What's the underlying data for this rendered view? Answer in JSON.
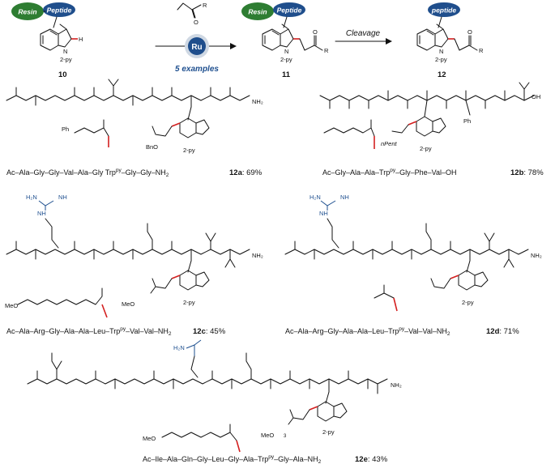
{
  "reaction": {
    "resin": "Resin",
    "peptide": "Peptide",
    "peptide_lower": "peptide",
    "metal": "Ru",
    "arrow_label": "5 examples",
    "cleavage": "Cleavage",
    "pyridyl": "2-py",
    "compounds": [
      "10",
      "11",
      "12"
    ],
    "substituent": "R",
    "h": "H",
    "n": "N",
    "o": "O"
  },
  "colors": {
    "resin": "#2e7d32",
    "peptide": "#1f4e8c",
    "highlight": "#d42020",
    "blue_text": "#1e4f8f"
  },
  "products": [
    {
      "sequence": "Ac–Ala–Gly–Gly–Val–Ala–Gly Trp",
      "py": "py",
      "tail": "–Gly–Gly–NH",
      "sub": "2",
      "id": "12a",
      "yield": ": 69%",
      "ester": "BnO",
      "side": "Ph"
    },
    {
      "sequence": "Ac–Gly–Ala–Ala–Trp",
      "py": "py",
      "tail": "–Gly–Phe–Val–OH",
      "id": "12b",
      "yield": ": 78%",
      "alkyl": "nPent",
      "side": "Ph",
      "oh": "OH"
    },
    {
      "sequence": "Ac–Ala–Arg–Gly–Ala–Ala–Leu–Trp",
      "py": "py",
      "tail": "–Val–Val–NH",
      "sub": "2",
      "id": "12c",
      "yield": ": 45%",
      "peg": "MeO",
      "guan_top": "H₂N",
      "guan_right": "NH",
      "guan_nh": "NH"
    },
    {
      "sequence": "Ac–Ala–Arg–Gly–Ala–Ala–Leu–Trp",
      "py": "py",
      "tail": "–Val–Val–NH",
      "sub": "2",
      "id": "12d",
      "yield": ": 71%",
      "guan_top": "H₂N",
      "guan_right": "NH",
      "guan_nh": "NH"
    },
    {
      "sequence": "Ac–Ile–Ala–Gln–Gly–Leu–Gly–Ala–Trp",
      "py": "py",
      "tail": "–Gly–Ala–NH",
      "sub": "2",
      "id": "12e",
      "yield": ": 43%",
      "peg": "MeO",
      "amide": "H₂N",
      "subscript3": "3"
    }
  ],
  "labels": {
    "nh2": "NH₂",
    "o": "O",
    "h": "H",
    "n": "N",
    "nh": "NH"
  }
}
